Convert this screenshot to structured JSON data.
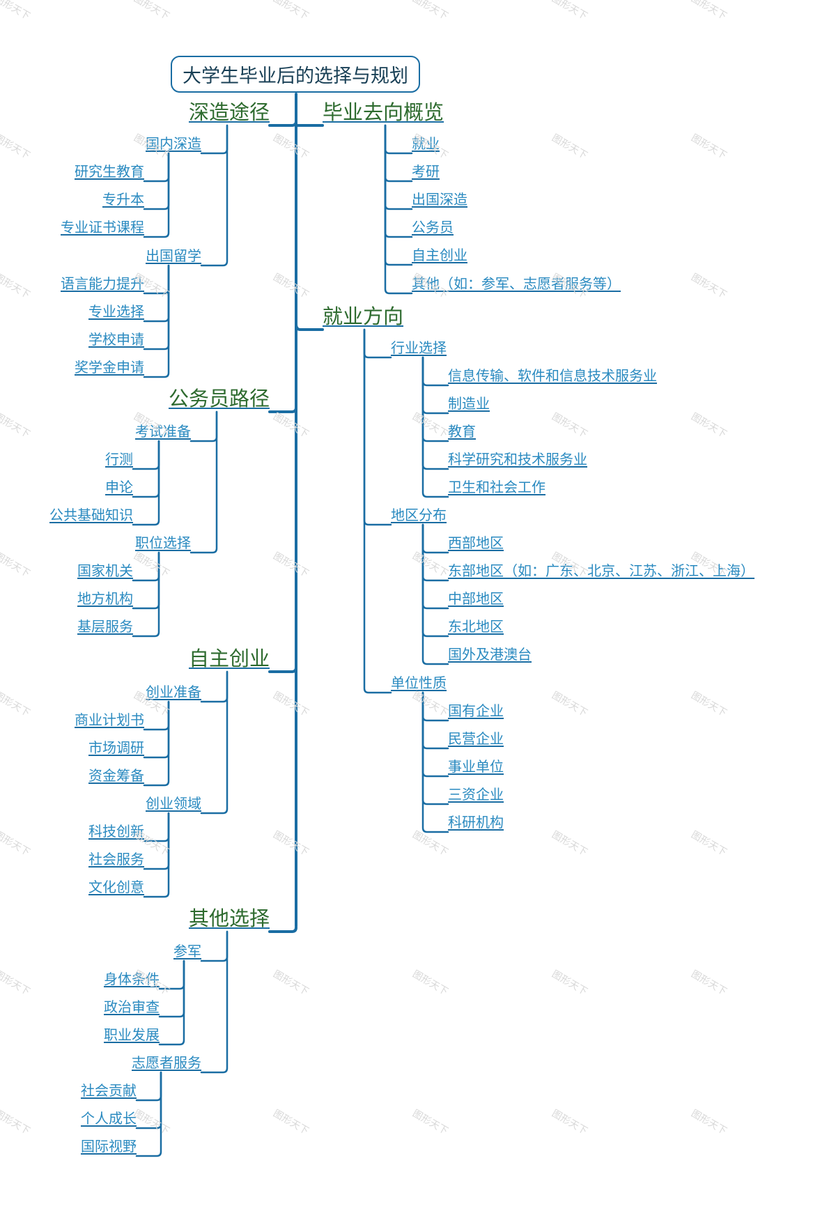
{
  "title": "大学生毕业后的选择与规划",
  "left_branches": [
    {
      "label": "深造途径",
      "children": [
        {
          "label": "国内深造",
          "children": [
            "研究生教育",
            "专升本",
            "专业证书课程"
          ]
        },
        {
          "label": "出国留学",
          "children": [
            "语言能力提升",
            "专业选择",
            "学校申请",
            "奖学金申请"
          ]
        }
      ]
    },
    {
      "label": "公务员路径",
      "children": [
        {
          "label": "考试准备",
          "children": [
            "行测",
            "申论",
            "公共基础知识"
          ]
        },
        {
          "label": "职位选择",
          "children": [
            "国家机关",
            "地方机构",
            "基层服务"
          ]
        }
      ]
    },
    {
      "label": "自主创业",
      "children": [
        {
          "label": "创业准备",
          "children": [
            "商业计划书",
            "市场调研",
            "资金筹备"
          ]
        },
        {
          "label": "创业领域",
          "children": [
            "科技创新",
            "社会服务",
            "文化创意"
          ]
        }
      ]
    },
    {
      "label": "其他选择",
      "children": [
        {
          "label": "参军",
          "children": [
            "身体条件",
            "政治审查",
            "职业发展"
          ]
        },
        {
          "label": "志愿者服务",
          "children": [
            "社会贡献",
            "个人成长",
            "国际视野"
          ]
        }
      ]
    }
  ],
  "right_branches": [
    {
      "label": "毕业去向概览",
      "children": [
        "就业",
        "考研",
        "出国深造",
        "公务员",
        "自主创业",
        "其他（如：参军、志愿者服务等）"
      ]
    },
    {
      "label": "就业方向",
      "children": [
        {
          "label": "行业选择",
          "children": [
            "信息传输、软件和信息技术服务业",
            "制造业",
            "教育",
            "科学研究和技术服务业",
            "卫生和社会工作"
          ]
        },
        {
          "label": "地区分布",
          "children": [
            "西部地区",
            "东部地区（如：广东、北京、江苏、浙江、上海）",
            "中部地区",
            "东北地区",
            "国外及港澳台"
          ]
        },
        {
          "label": "单位性质",
          "children": [
            "国有企业",
            "民营企业",
            "事业单位",
            "三资企业",
            "科研机构"
          ]
        }
      ]
    }
  ],
  "watermark": "图形天下",
  "colors": {
    "line": "#1a6da3",
    "level1_text": "#2e6b2f",
    "leaf_text": "#2a8ac0",
    "root_text": "#183f55"
  }
}
